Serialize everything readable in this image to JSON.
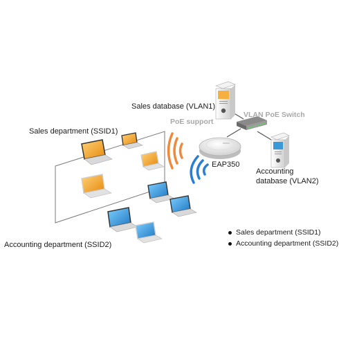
{
  "labels": {
    "sales_database": "Sales database (VLAN1)",
    "vlan_poe_switch": "VLAN PoE Switch",
    "poe_support": "PoE support",
    "sales_department": "Sales department (SSID1)",
    "eap350": "EAP350",
    "accounting_database_line1": "Accounting",
    "accounting_database_line2": "database (VLAN2)",
    "accounting_department": "Accounting department (SSID2)"
  },
  "legend": {
    "items": [
      {
        "label": "Sales department (SSID1)"
      },
      {
        "label": "Accounting department (SSID2)"
      }
    ]
  },
  "colors": {
    "sales": "#f5a623",
    "accounting": "#3a9ad9",
    "signal_orange": "#f08a3a",
    "signal_blue": "#2a7fd4",
    "cable": "#555555",
    "server_body": "#e9e9e9"
  },
  "icons": {
    "ap": "access-point-icon",
    "switch": "switch-icon",
    "server": "server-icon",
    "laptop": "laptop-icon",
    "wifi": "wifi-signal-icon"
  }
}
